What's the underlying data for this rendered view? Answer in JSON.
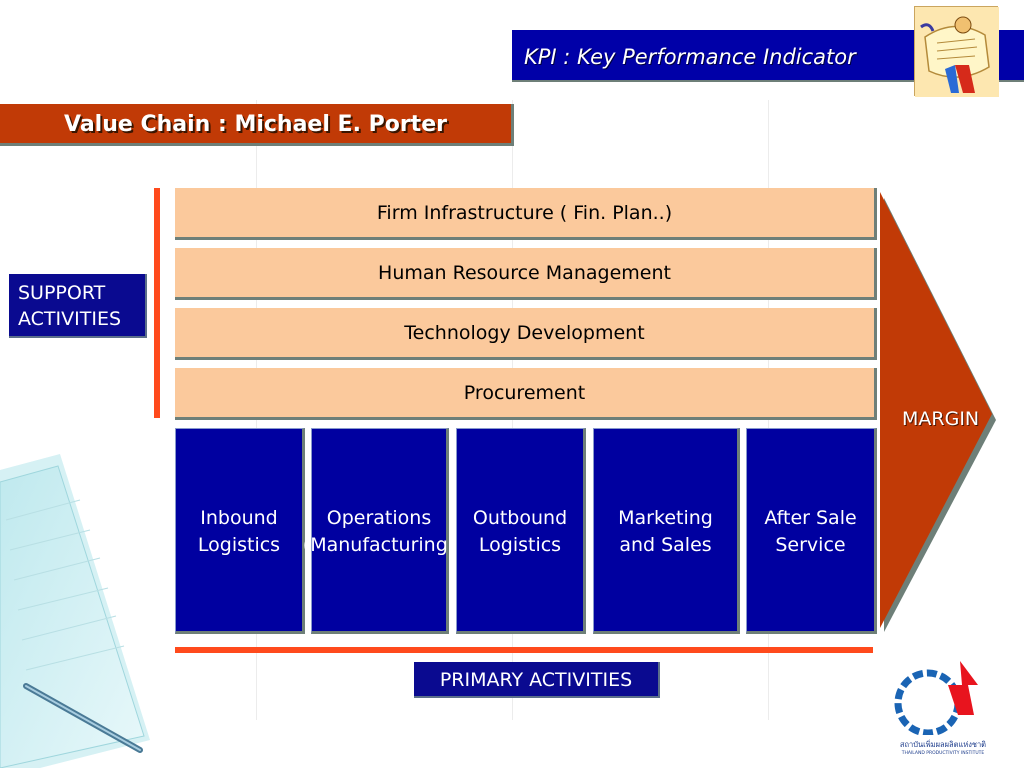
{
  "header": {
    "title": "KPI : Key Performance Indicator"
  },
  "slide": {
    "title": "Value Chain : Michael E. Porter"
  },
  "support": {
    "label": "SUPPORT\nACTIVITIES",
    "rows": [
      "Firm Infrastructure ( Fin. Plan..)",
      "Human Resource Management",
      "Technology Development",
      "Procurement"
    ]
  },
  "primary": {
    "label": "PRIMARY  ACTIVITIES",
    "boxes": [
      "Inbound\nLogistics",
      "Operations\n(Manufacturing)",
      "Outbound\nLogistics",
      "Marketing\nand Sales",
      "After Sale\nService"
    ]
  },
  "margin": {
    "label": "MARGIN"
  },
  "logo": {
    "text_th": "สถาบันเพิ่มผลผลิตแห่งชาติ",
    "text_en": "THAILAND PRODUCTIVITY INSTITUTE"
  },
  "colors": {
    "navy": "#0000a8",
    "title_red": "#c13a06",
    "peach": "#fbc99c",
    "accent_orange": "#ff4a1c"
  }
}
